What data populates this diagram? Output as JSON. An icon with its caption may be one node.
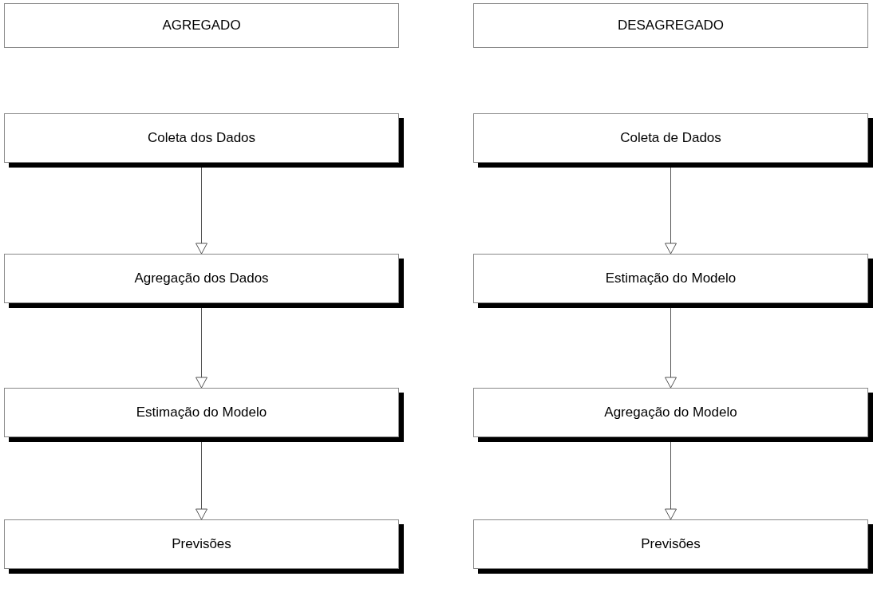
{
  "diagram": {
    "nodes": [
      {
        "text": [
          "AGREGADO"
        ]
      },
      {
        "text": [
          "DESAGREGADO"
        ]
      },
      {
        "text": [
          "Coleta dos Dados"
        ]
      },
      {
        "text": [
          "Agregação dos Dados"
        ]
      },
      {
        "text": [
          "Estimação do Modelo"
        ]
      },
      {
        "text": [
          "Previsões"
        ]
      },
      {
        "text": [
          "Coleta de Dados"
        ]
      },
      {
        "text": [
          "Estimação do Modelo"
        ]
      },
      {
        "text": [
          "Agregação do Modelo"
        ]
      },
      {
        "text": [
          "Previsões"
        ]
      }
    ],
    "edges": [
      {
        "from": 2,
        "to": 3,
        "arrow": "to"
      },
      {
        "from": 3,
        "to": 4,
        "arrow": "to"
      },
      {
        "from": 4,
        "to": 5,
        "arrow": "to"
      },
      {
        "from": 6,
        "to": 7,
        "arrow": "to"
      },
      {
        "from": 7,
        "to": 8,
        "arrow": "to"
      },
      {
        "from": 8,
        "to": 9,
        "arrow": "to"
      }
    ]
  }
}
